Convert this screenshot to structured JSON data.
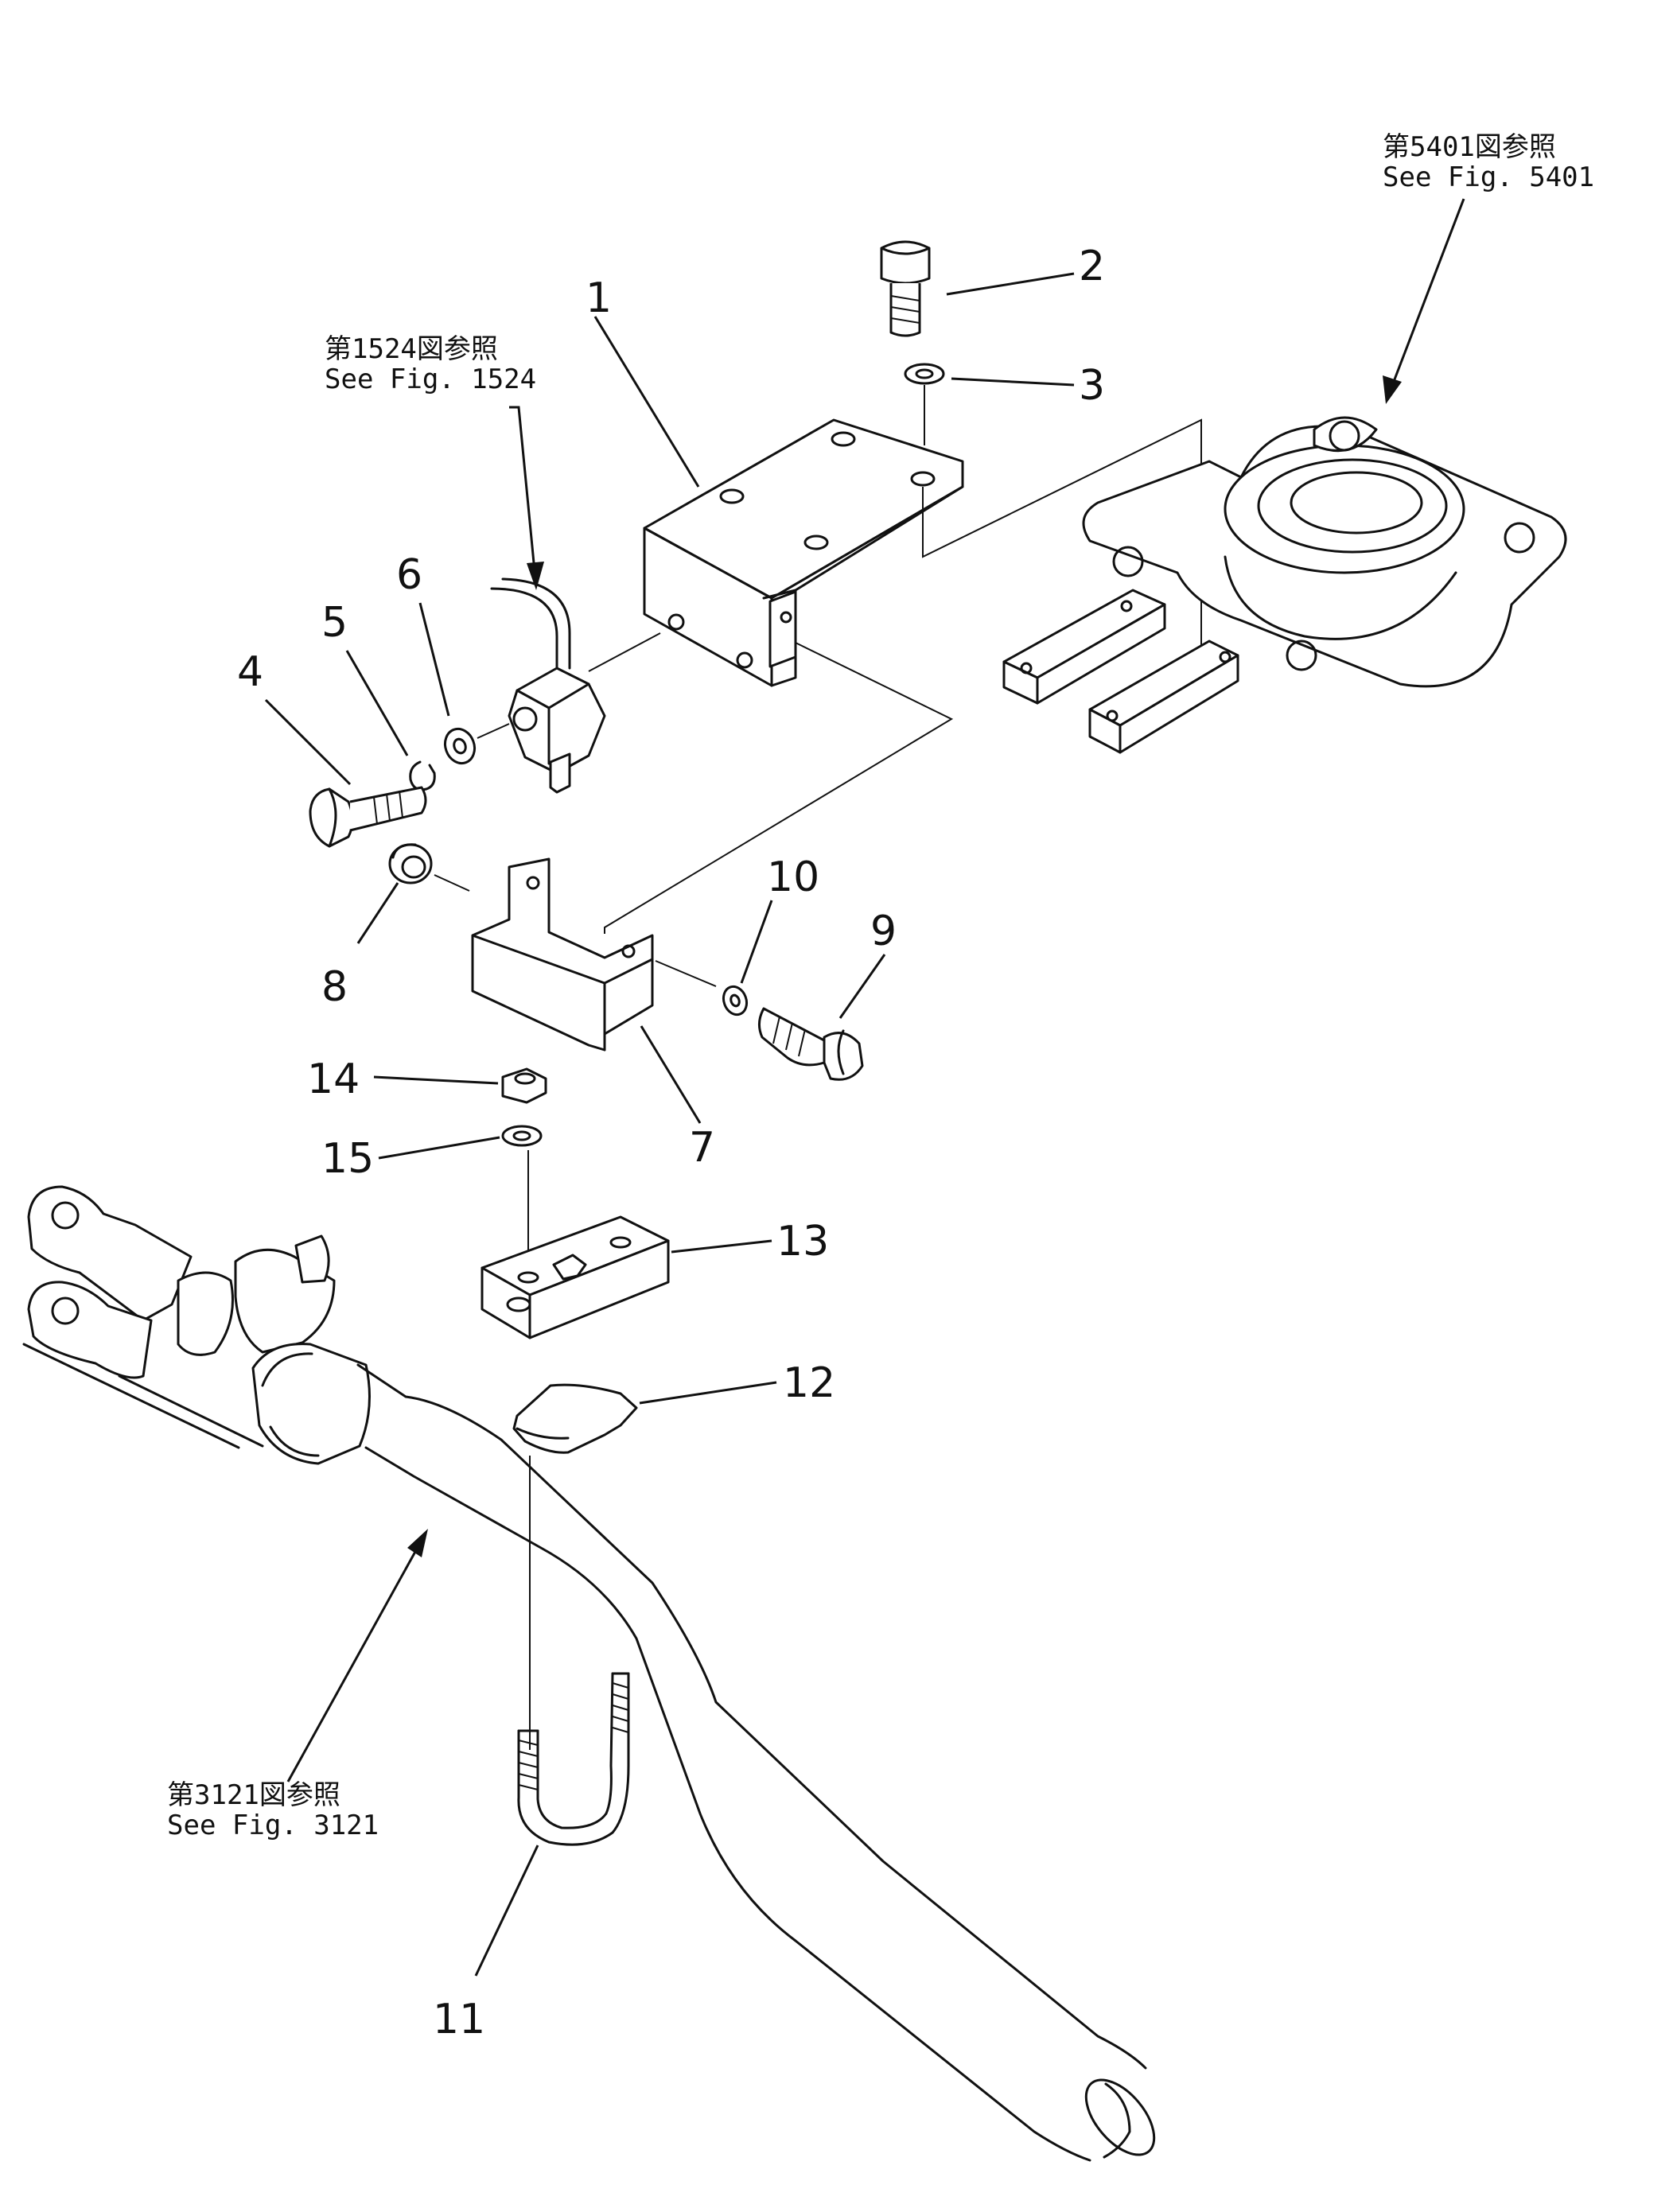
{
  "callouts": {
    "c1": "1",
    "c2": "2",
    "c3": "3",
    "c4": "4",
    "c5": "5",
    "c6": "6",
    "c7": "7",
    "c8": "8",
    "c9": "9",
    "c10": "10",
    "c11": "11",
    "c12": "12",
    "c13": "13",
    "c14": "14",
    "c15": "15"
  },
  "references": {
    "fig5401_jp": "第5401図参照",
    "fig5401_en": "See Fig. 5401",
    "fig1524_jp": "第1524図参照",
    "fig1524_en": "See Fig. 1524",
    "fig3121_jp": "第3121図参照",
    "fig3121_en": "See Fig. 3121"
  }
}
